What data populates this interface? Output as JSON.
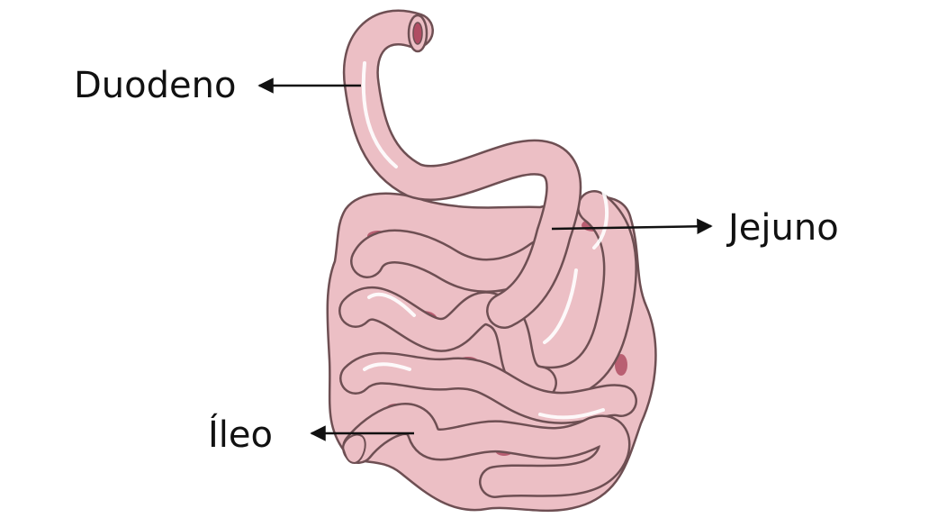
{
  "labels": {
    "duodeno": "Duodeno",
    "jejuno": "Jejuno",
    "ileo": "Íleo"
  },
  "colors": {
    "intestine_fill": "#ecbfc5",
    "intestine_outline": "#6e4f53",
    "intestine_shadow": "#c98b93",
    "intestine_inner": "#b04d63",
    "arrow": "#111111",
    "background": "#ffffff"
  }
}
